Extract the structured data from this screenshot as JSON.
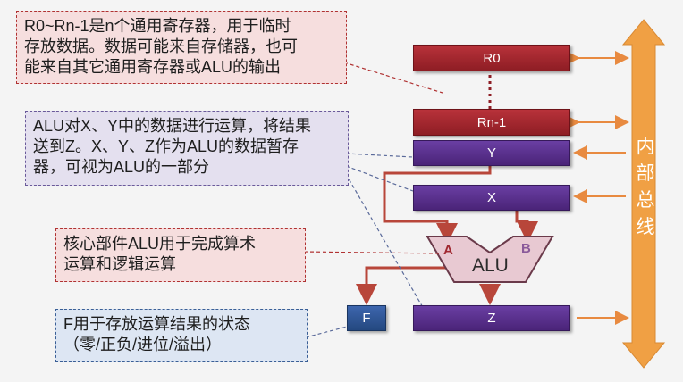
{
  "notes": {
    "general_registers": "R0~Rn-1是n个通用寄存器，用于临时\n存放数据。数据可能来自存储器，也可\n能来自其它通用寄存器或ALU的输出",
    "alu_buffers": "ALU对X、Y中的数据进行运算，将结果\n送到Z。X、Y、Z作为ALU的数据暂存\n器，可视为ALU的一部分",
    "alu_core": "核心部件ALU用于完成算术\n运算和逻辑运算",
    "flags": "F用于存放运算结果的状态\n（零/正负/进位/溢出）"
  },
  "registers": {
    "r0": "R0",
    "rn1": "Rn-1",
    "y": "Y",
    "x": "X",
    "z": "Z",
    "f": "F"
  },
  "alu": {
    "label": "ALU",
    "port_a": "A",
    "port_b": "B"
  },
  "bus": {
    "label": "内部总线"
  },
  "colors": {
    "bus": "#f0a044",
    "red_register": "#a02830",
    "purple_register": "#5a3190",
    "blue_register": "#2e5595",
    "wire": "#b8463a",
    "bus_arrow": "#e88a40"
  }
}
